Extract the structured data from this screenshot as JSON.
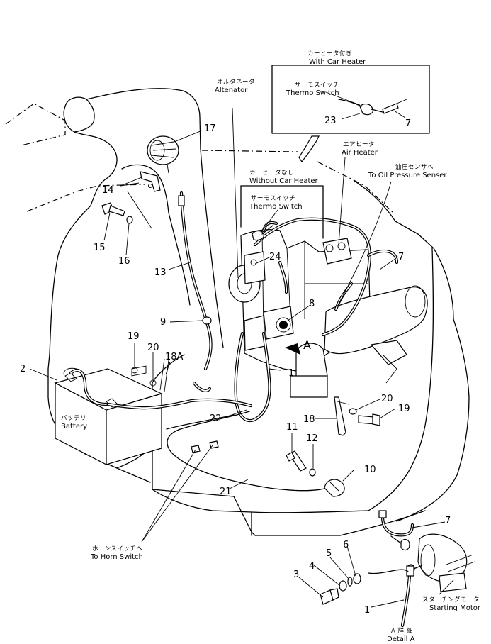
{
  "part_numbers": {
    "p1": "1",
    "p2": "2",
    "p3": "3",
    "p4": "4",
    "p5": "5",
    "p6": "6",
    "p7": "7",
    "p8": "8",
    "p9": "9",
    "p10": "10",
    "p11": "11",
    "p12": "12",
    "p13": "13",
    "p14": "14",
    "p15": "15",
    "p16": "16",
    "p17": "17",
    "p18": "18",
    "p18a": "18A",
    "p19": "19",
    "p20": "20",
    "p21": "21",
    "p22": "22",
    "p23": "23",
    "p24": "24"
  },
  "labels": {
    "with_car_heater_jp": "カーヒータ付き",
    "with_car_heater_en": "With  Car  Heater",
    "thermo_switch_jp": "サーモスイッチ",
    "thermo_switch_en": "Thermo  Switch",
    "alternator_jp": "オルタネータ",
    "alternator_en": "Altenator",
    "air_heater_jp": "エアヒータ",
    "air_heater_en": "Air  Heater",
    "oil_pressure_jp": "油圧センサへ",
    "oil_pressure_en": "To  Oil  Pressure  Senser",
    "without_car_heater_jp": "カーヒータなし",
    "without_car_heater_en": "Without  Car  Heater",
    "battery_jp": "バッテリ",
    "battery_en": "Battery",
    "horn_switch_jp": "ホーンスイッチへ",
    "horn_switch_en": "To  Horn  Switch",
    "starting_motor_jp": "スターチングモータ",
    "starting_motor_en": "Starting  Motor",
    "detail_jp": "A 詳 細",
    "detail_en": "Detail  A",
    "view_a": "A"
  }
}
